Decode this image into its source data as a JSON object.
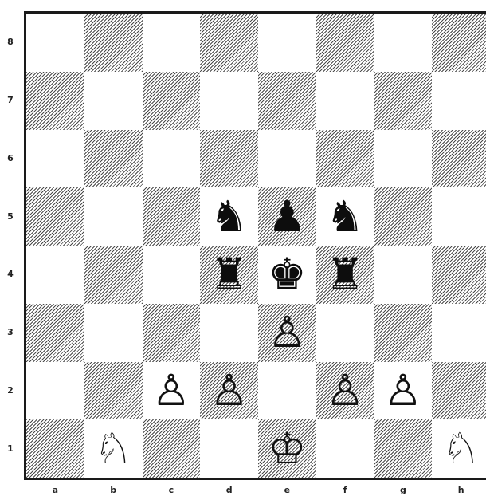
{
  "board": {
    "ranks": [
      "8",
      "7",
      "6",
      "5",
      "4",
      "3",
      "2",
      "1"
    ],
    "files": [
      "a",
      "b",
      "c",
      "d",
      "e",
      "f",
      "g",
      "h"
    ],
    "pieces": [
      {
        "square": "d5",
        "color": "black",
        "type": "knight",
        "glyph": "♞"
      },
      {
        "square": "e5",
        "color": "black",
        "type": "pawn",
        "glyph": "♟"
      },
      {
        "square": "f5",
        "color": "black",
        "type": "knight",
        "glyph": "♞"
      },
      {
        "square": "d4",
        "color": "black",
        "type": "rook",
        "glyph": "♜"
      },
      {
        "square": "e4",
        "color": "black",
        "type": "king",
        "glyph": "♚"
      },
      {
        "square": "f4",
        "color": "black",
        "type": "rook",
        "glyph": "♜"
      },
      {
        "square": "e3",
        "color": "white",
        "type": "pawn",
        "glyph": "♙"
      },
      {
        "square": "c2",
        "color": "white",
        "type": "pawn",
        "glyph": "♙"
      },
      {
        "square": "d2",
        "color": "white",
        "type": "pawn",
        "glyph": "♙"
      },
      {
        "square": "f2",
        "color": "white",
        "type": "pawn",
        "glyph": "♙"
      },
      {
        "square": "g2",
        "color": "white",
        "type": "pawn",
        "glyph": "♙"
      },
      {
        "square": "b1",
        "color": "white",
        "type": "knight",
        "glyph": "♘"
      },
      {
        "square": "e1",
        "color": "white",
        "type": "king",
        "glyph": "♔"
      },
      {
        "square": "h1",
        "color": "white",
        "type": "knight",
        "glyph": "♘"
      }
    ]
  },
  "colors": {
    "dark_hatch": "#4a4a4a",
    "light": "#ffffff",
    "border": "#1a1a1a"
  }
}
